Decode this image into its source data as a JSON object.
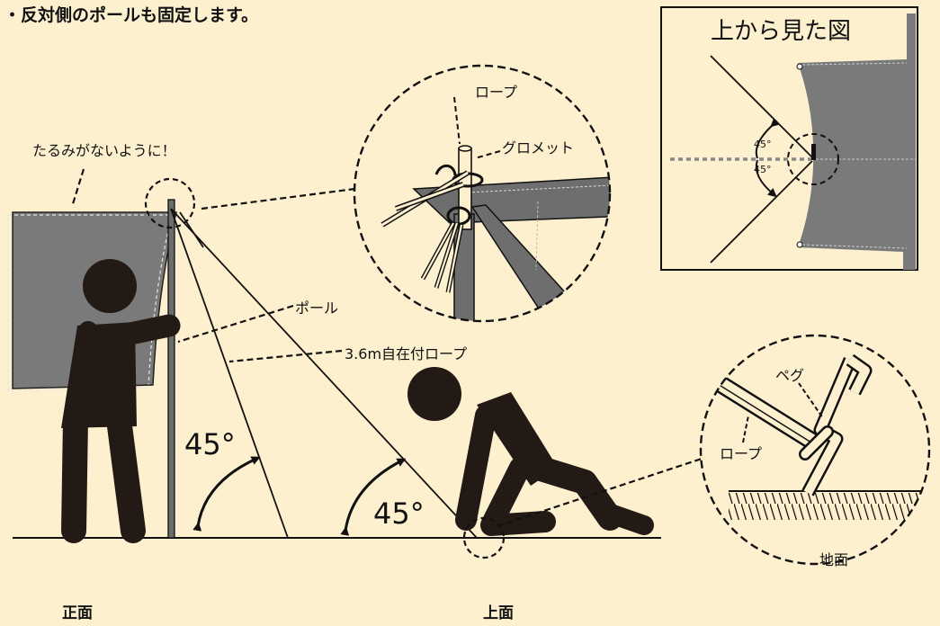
{
  "heading": "・反対側のポールも固定します。",
  "labels": {
    "no_slack": "たるみがないように！",
    "pole": "ポール",
    "rope_36m": "3.6m自在付ロープ",
    "angle_pole_side": "45°",
    "angle_ground_side": "45°",
    "grommet_rope": "ロープ",
    "grommet": "グロメット",
    "top_view_title": "上から見た図",
    "top_view_angle_upper": "45°",
    "top_view_angle_lower": "45°",
    "peg": "ペグ",
    "peg_rope": "ロープ",
    "ground": "地面",
    "view_front": "正面",
    "view_top": "上面"
  },
  "colors": {
    "background": "#fdf0cf",
    "tarp": "#6f6f6f",
    "figure": "#241a15"
  }
}
